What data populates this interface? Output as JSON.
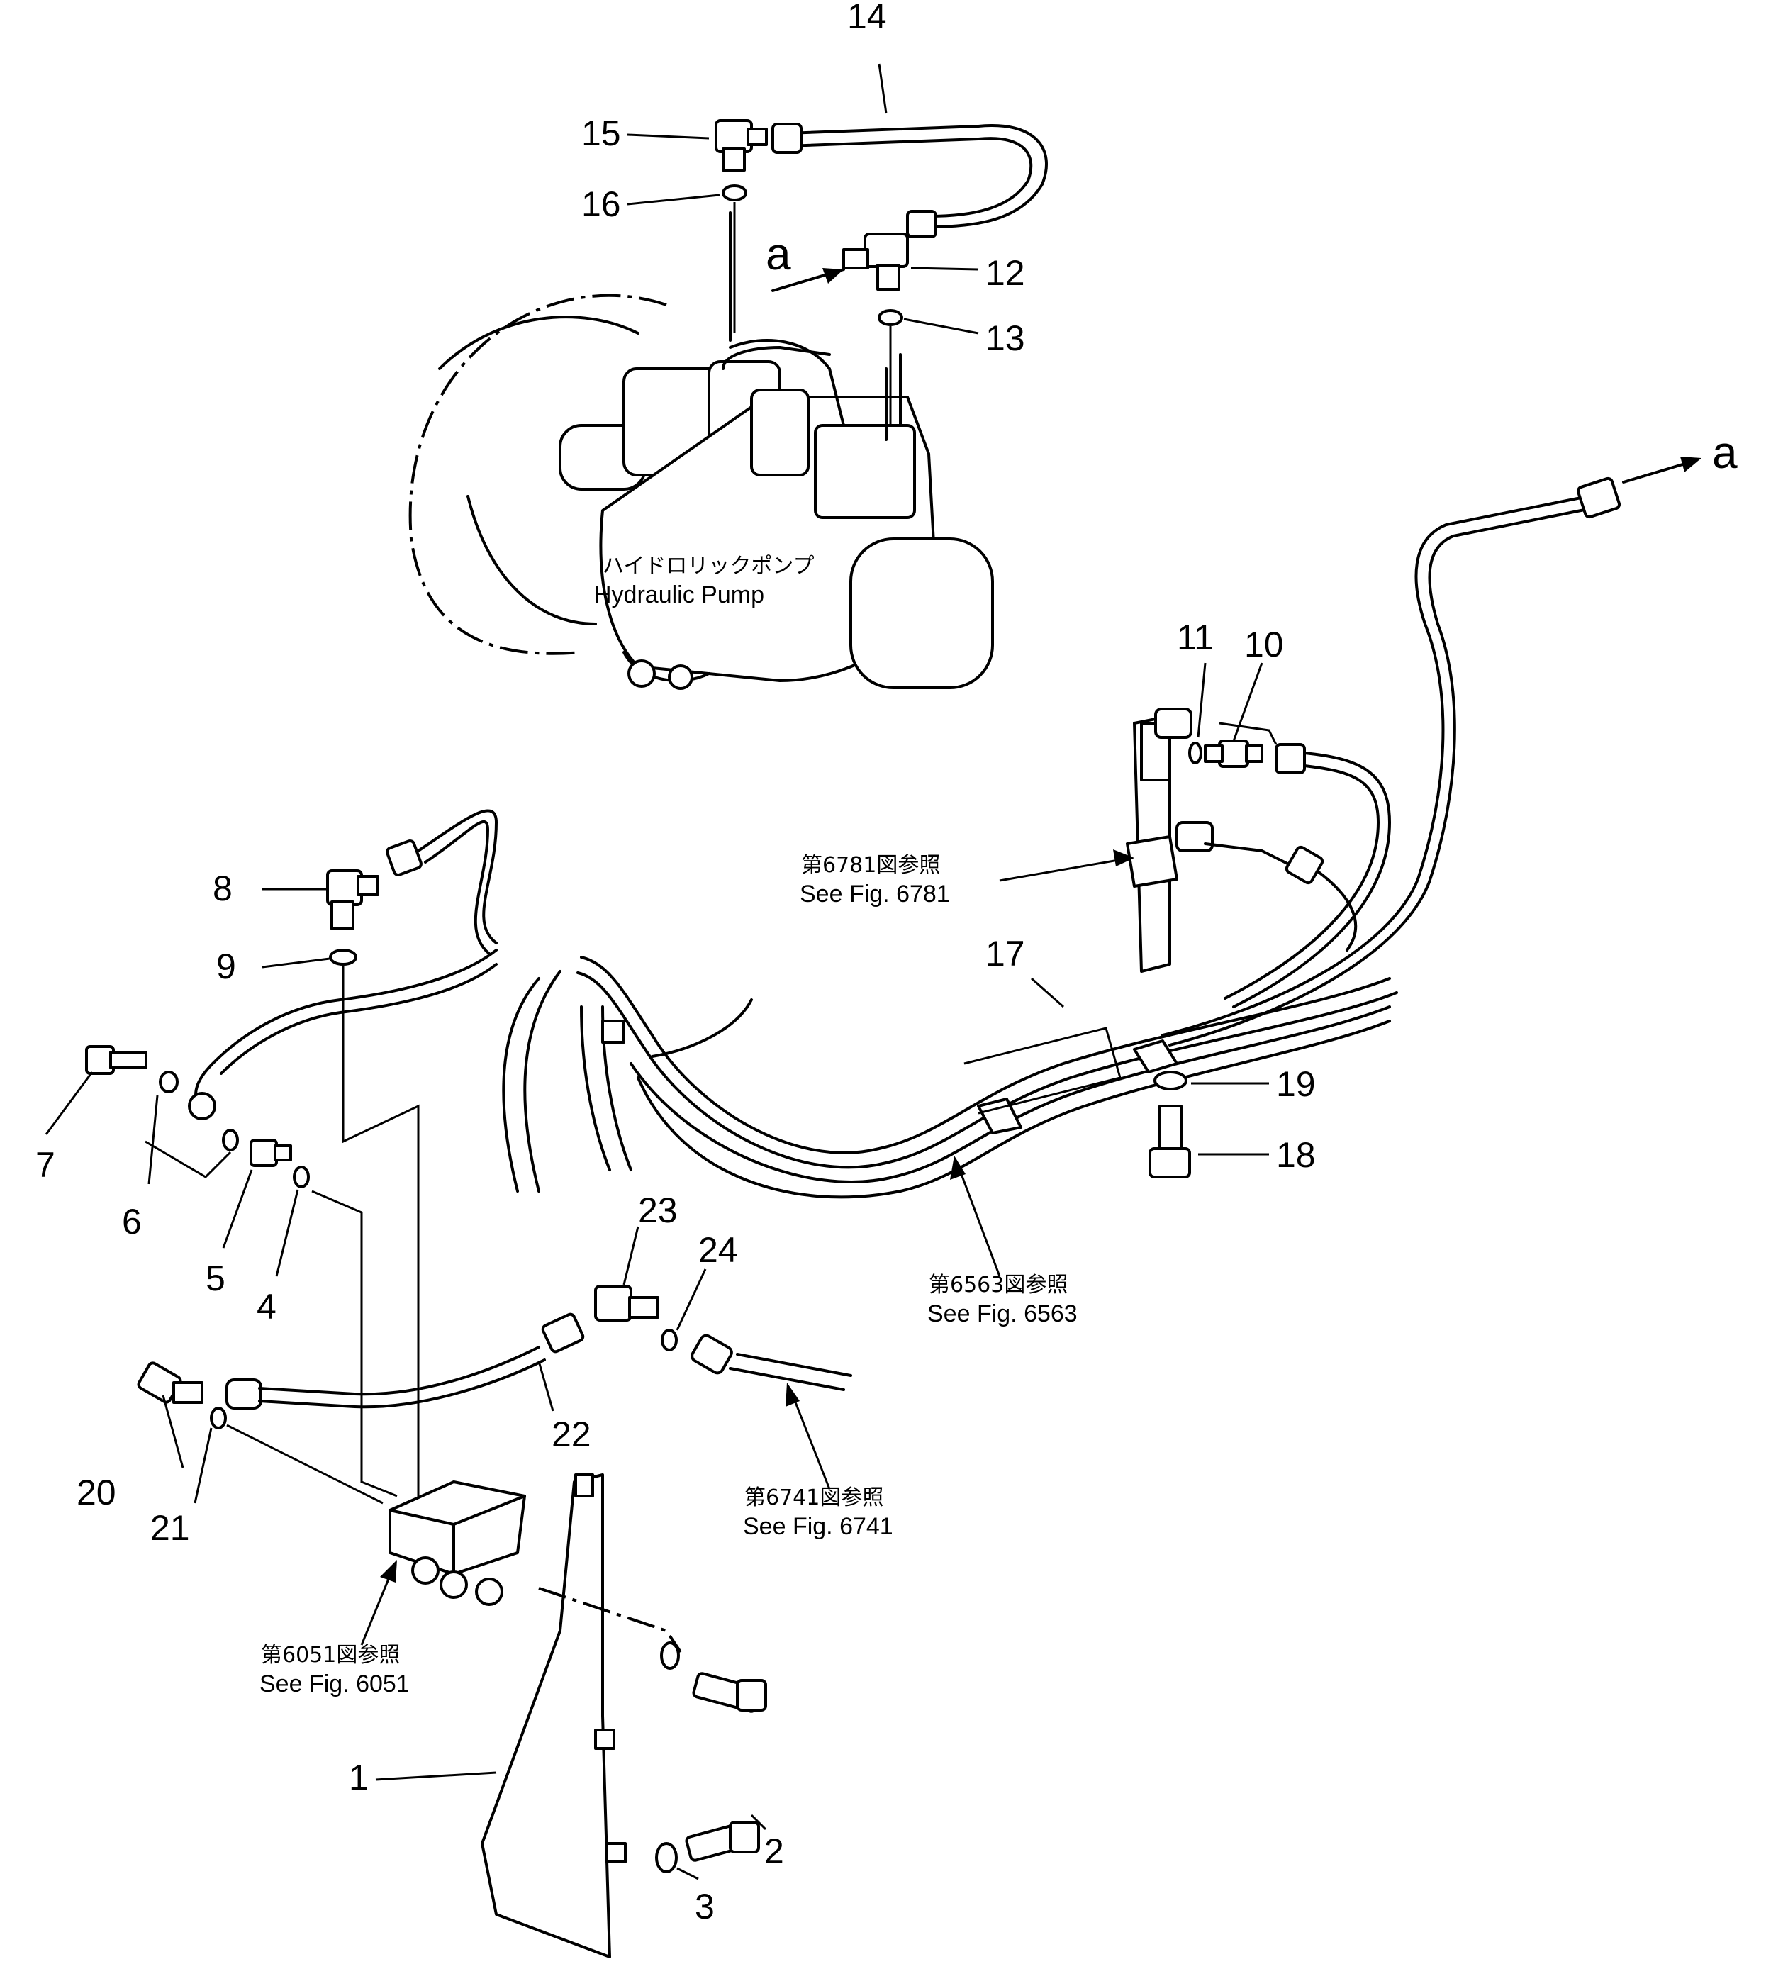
{
  "callouts": [
    "1",
    "2",
    "3",
    "4",
    "5",
    "6",
    "7",
    "8",
    "9",
    "10",
    "11",
    "12",
    "13",
    "14",
    "15",
    "16",
    "17",
    "18",
    "19",
    "20",
    "21",
    "22",
    "23",
    "24"
  ],
  "pump_label": {
    "jp": "ハイドロリックポンプ",
    "en": "Hydraulic Pump"
  },
  "arrow_letter": "a",
  "refs": [
    {
      "jp": "第6781図参照",
      "en": "See Fig. 6781"
    },
    {
      "jp": "第6563図参照",
      "en": "See Fig. 6563"
    },
    {
      "jp": "第6741図参照",
      "en": "See Fig. 6741"
    },
    {
      "jp": "第6051図参照",
      "en": "See Fig. 6051"
    }
  ]
}
